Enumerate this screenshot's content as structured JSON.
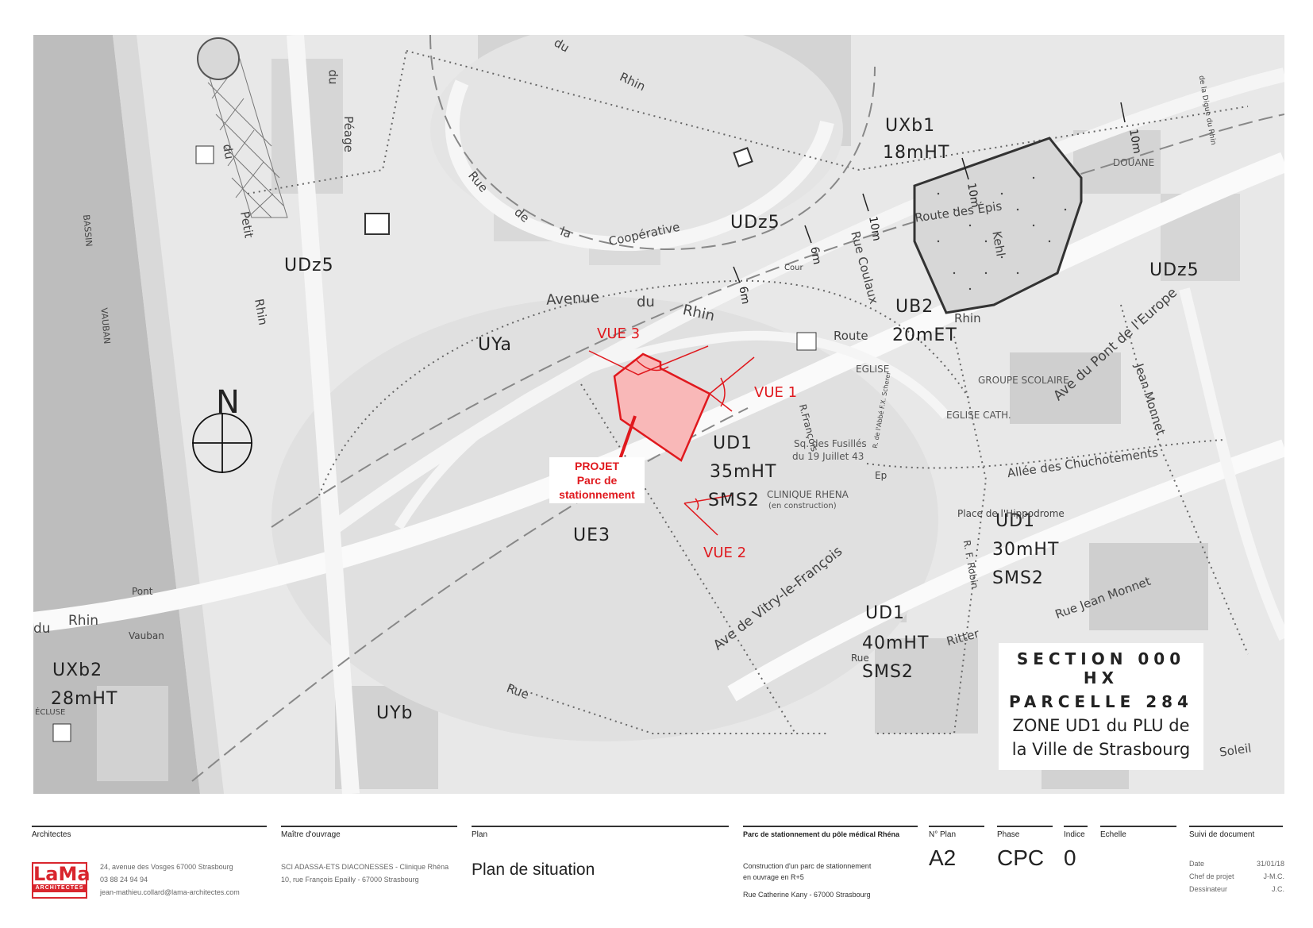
{
  "map": {
    "zones": [
      "UXb1",
      "18mHT",
      "UDz5",
      "UDz5",
      "UDz5",
      "UB2",
      "20mET",
      "UYa",
      "UD1",
      "35mHT",
      "SMS2",
      "UE3",
      "UD1",
      "30mHT",
      "SMS2",
      "UD1",
      "40mHT",
      "SMS2",
      "UXb2",
      "28mHT",
      "UYb"
    ],
    "streets": {
      "avenue_rhin_1": "Avenue",
      "avenue_rhin_2": "du",
      "avenue_rhin_3": "Rhin",
      "cooperative_1": "Rue",
      "cooperative_2": "de",
      "cooperative_3": "la",
      "cooperative_4": "Coopérative",
      "petit_rhin_1": "du",
      "petit_rhin_2": "Petit",
      "petit_rhin_3": "Rhin",
      "peage_1": "du",
      "peage_2": "Péage",
      "route_du_rhin_1": "du",
      "route_du_rhin_2": "Rhin",
      "rue_coulaux": "Rue Coulaux",
      "route": "Route",
      "route_rhin2": "Rhin",
      "kehl": "Route des Épis",
      "kehl2": "Kehl",
      "pont_europe": "Ave du Pont de l'Europe",
      "allee_chuchotements": "Allée des Chuchotements",
      "ave_vitry": "Ave de Vitry-le-François",
      "rue_bottom": "Rue",
      "rue_jean_monnet": "Rue Jean Monnet",
      "jean_monnet_v": "Jean Monnet",
      "ritter": "Ritter",
      "soleil": "Soleil",
      "pont": "Pont",
      "vauban": "Vauban",
      "bassin": "BASSIN",
      "vauban_v": "VAUBAN",
      "du_rhin_left_1": "du",
      "du_rhin_left_2": "Rhin",
      "r_francois": "R.François",
      "r_abbe": "R. de l'Abbé F.X. Scherer",
      "place_hippo": "Place de l'Hippodrome",
      "r_robin": "R. F. Robin",
      "rue_small": "Rue",
      "cour": "Cour",
      "ep": "Ep",
      "ecluse": "ÉCLUSE",
      "digue": "de la Digue du Rhin"
    },
    "places": {
      "douane": "DOUANE",
      "eglise": "EGLISE",
      "groupe_scolaire": "GROUPE SCOLAIRE",
      "eglise_cath": "EGLISE CATH.",
      "sq_fusilles_1": "Sq. des Fusillés",
      "sq_fusilles_2": "du 19 Juillet 43",
      "clinique_1": "CLINIQUE RHENA",
      "clinique_2": "(en construction)"
    },
    "setbacks": [
      "10m",
      "10m",
      "10m",
      "6m",
      "6m"
    ],
    "views": [
      "VUE 1",
      "VUE 2",
      "VUE 3"
    ],
    "north": "N",
    "project": [
      "PROJET",
      "Parc de",
      "stationnement"
    ]
  },
  "section_box": {
    "line1": "SECTION 000 HX",
    "line2": "PARCELLE 284",
    "line3": "ZONE UD1 du PLU de",
    "line4": "la Ville de Strasbourg"
  },
  "title_block": {
    "architectes": {
      "heading": "Architectes",
      "address": "24, avenue des Vosges 67000 Strasbourg",
      "phone": "03 88 24 94 94",
      "email": "jean-mathieu.collard@lama-architectes.com",
      "logo_main": "LaMa",
      "logo_sub": "ARCHITECTES"
    },
    "maitre": {
      "heading": "Maître d'ouvrage",
      "line1": "SCI ADASSA-ETS DIACONESSES - Clinique Rhéna",
      "line2": "10, rue François Epailly - 67000 Strasbourg"
    },
    "plan": {
      "heading": "Plan",
      "name": "Plan de situation"
    },
    "project": {
      "heading": "Parc de stationnement du pôle médical Rhéna",
      "line1": "Construction d'un parc de stationnement",
      "line2": "en ouvrage en R+5",
      "line3": "Rue Catherine Kany - 67000 Strasbourg"
    },
    "n_plan": {
      "heading": "N° Plan",
      "value": "A2"
    },
    "phase": {
      "heading": "Phase",
      "value": "CPC"
    },
    "indice": {
      "heading": "Indice",
      "value": "0"
    },
    "echelle": {
      "heading": "Echelle",
      "value": ""
    },
    "suivi": {
      "heading": "Suivi de document",
      "date_label": "Date",
      "date_value": "31/01/18",
      "chef_label": "Chef de projet",
      "chef_value": "J-M.C.",
      "dess_label": "Dessinateur",
      "dess_value": "J.C."
    }
  },
  "colors": {
    "accent_red": "#e0191e",
    "project_fill": "#f9b8b8",
    "logo_red": "#d9262e"
  }
}
